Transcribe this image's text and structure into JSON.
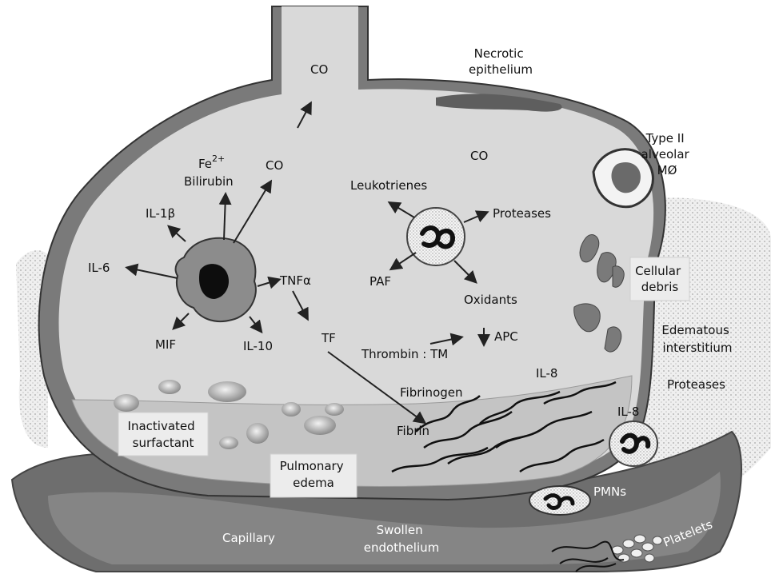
{
  "labels": {
    "co_top": "CO",
    "necrotic_1": "Necrotic",
    "necrotic_2": "epithelium",
    "co_right": "CO",
    "type2_1": "Type II",
    "type2_2": "alveolar",
    "type2_3": "MØ",
    "co_mid": "CO",
    "fe": "Fe",
    "fe_sup": "2+",
    "bilirubin": "Bilirubin",
    "leukotrienes": "Leukotrienes",
    "il1b": "IL-1β",
    "proteases_in": "Proteases",
    "il6": "IL-6",
    "tnfa": "TNFα",
    "paf": "PAF",
    "oxidants": "Oxidants",
    "cellular_1": "Cellular",
    "cellular_2": "debris",
    "mif": "MIF",
    "il10": "IL-10",
    "tf": "TF",
    "thrombin_tm": "Thrombin : TM",
    "apc": "APC",
    "edematous_1": "Edematous",
    "edematous_2": "interstitium",
    "il8_in": "IL-8",
    "fibrinogen": "Fibrinogen",
    "proteases_out": "Proteases",
    "inactivated_1": "Inactivated",
    "inactivated_2": "surfactant",
    "il8_out": "IL-8",
    "fibrin": "Fibrin",
    "pulmonary_1": "Pulmonary",
    "pulmonary_2": "edema",
    "pmns": "PMNs",
    "capillary": "Capillary",
    "swollen_1": "Swollen",
    "swollen_2": "endothelium",
    "platelets": "Platelets"
  },
  "colors": {
    "alveolus_fill": "#d9d9d9",
    "alveolus_stroke": "#555555",
    "capillary_fill": "#6e6e6e",
    "interstitium_dots": "#cfcfcf",
    "macrophage_fill": "#8c8c8c",
    "box_fill": "#ececec"
  }
}
